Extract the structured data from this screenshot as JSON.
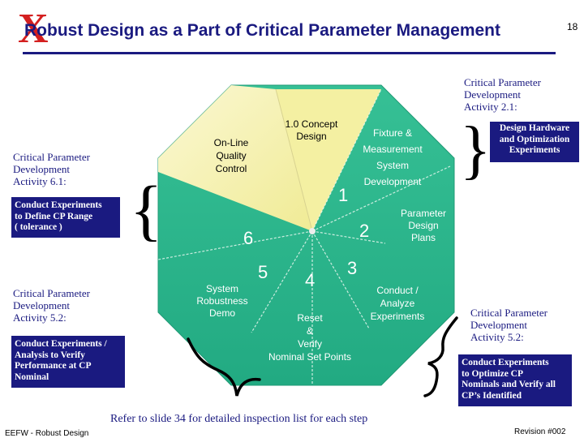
{
  "header": {
    "logo_text": "X",
    "title": "Robust Design as a Part of Critical Parameter Management",
    "page_number": "18"
  },
  "colors": {
    "accent_blue": "#1a1a80",
    "logo_red": "#d42020",
    "teal": "#2ab48c",
    "teal_dark": "#1f9a75",
    "highlight_yellow": "#f4f0a2",
    "highlight_yellow_light": "#fbf8d4",
    "highlight_box": "#1a1a80"
  },
  "diagram": {
    "segments": [
      {
        "number": "1",
        "label_lines": [
          "1.0 Concept",
          "Design"
        ]
      },
      {
        "number": "2",
        "label_lines": [
          "Fixture &",
          "Measurement",
          "System",
          "Development"
        ]
      },
      {
        "number": "",
        "label_lines": [
          "Parameter",
          "Design",
          "Plans"
        ]
      },
      {
        "number": "3",
        "label_lines": [
          "Conduct /",
          "Analyze",
          "Experiments"
        ]
      },
      {
        "number": "4",
        "label_lines": [
          "Reset",
          "&",
          "Verify",
          "Nominal Set Points"
        ]
      },
      {
        "number": "5",
        "label_lines": [
          "System",
          "Robustness",
          "Demo"
        ]
      },
      {
        "number": "6",
        "label_lines": [
          "On-Line",
          "Quality",
          "Control"
        ]
      }
    ]
  },
  "annotations": {
    "activity_21": {
      "heading": [
        "Critical Parameter",
        "Development",
        "Activity 2.1:"
      ],
      "detail": [
        "Design Hardware",
        "and Optimization",
        "Experiments"
      ]
    },
    "activity_61": {
      "heading": [
        "Critical Parameter",
        "Development",
        "Activity 6.1:"
      ],
      "detail": [
        "Conduct Experiments",
        "to Define CP Range",
        "( tolerance )"
      ]
    },
    "activity_52_left": {
      "heading": [
        "Critical Parameter",
        "Development",
        "Activity 5.2:"
      ],
      "detail": [
        "Conduct Experiments /",
        "Analysis to Verify",
        "Performance at CP",
        "Nominal"
      ]
    },
    "activity_52_right": {
      "heading": [
        "Critical Parameter",
        "Development",
        "Activity 5.2:"
      ],
      "detail": [
        "Conduct Experiments",
        "to Optimize CP",
        "Nominals and Verify all",
        "CP’s Identified"
      ]
    }
  },
  "footer": {
    "note": "Refer to slide 34 for detailed inspection list for each step",
    "left": "EEFW - Robust Design",
    "right": "Revision #002"
  }
}
